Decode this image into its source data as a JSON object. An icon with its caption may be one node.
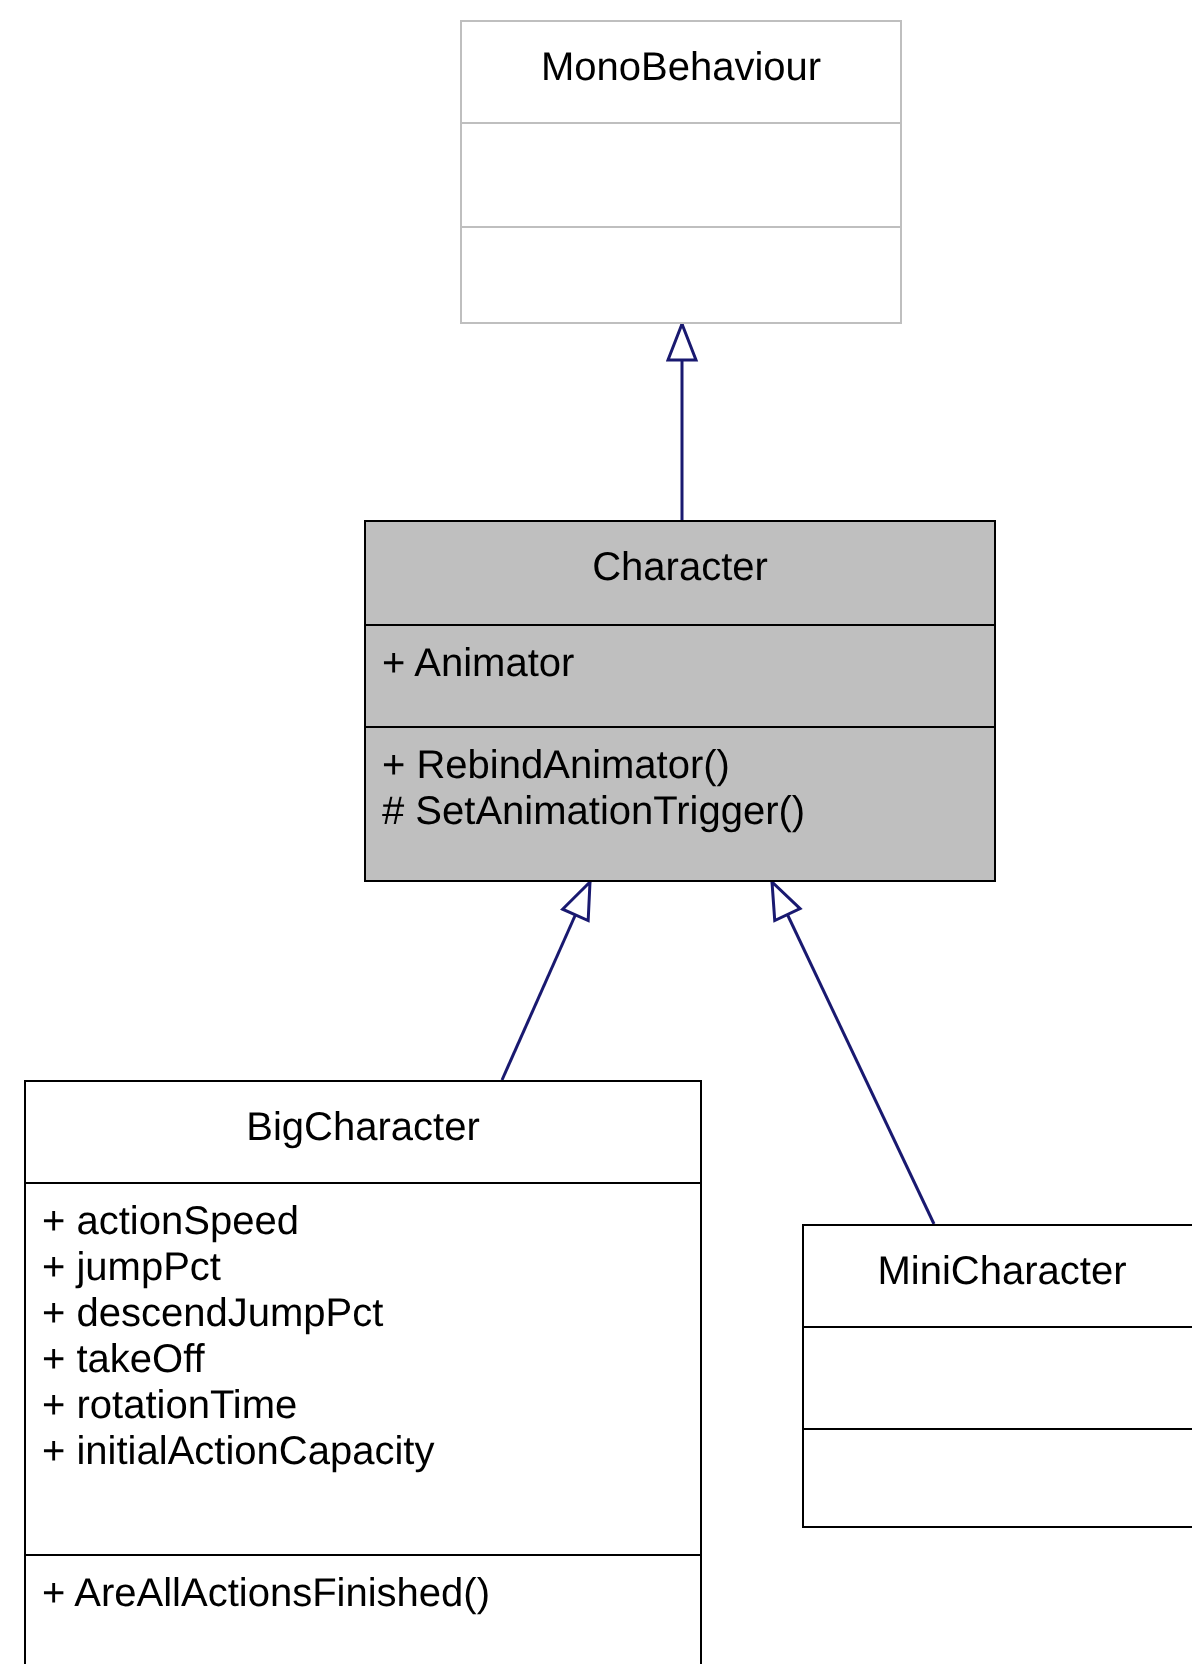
{
  "diagram": {
    "nodes": [
      {
        "text": [
          "MonoBehaviour"
        ]
      },
      {
        "text": [
          "Character",
          "+ Animator",
          "+ RebindAnimator()",
          "# SetAnimationTrigger()"
        ]
      },
      {
        "text": [
          "BigCharacter",
          "+ actionSpeed",
          "+ jumpPct",
          "+ descendJumpPct",
          "+ takeOff",
          "+ rotationTime",
          "+ initialActionCapacity",
          "+ AreAllActionsFinished()"
        ]
      },
      {
        "text": [
          "MiniCharacter"
        ]
      }
    ],
    "edges": [
      {
        "from": 1,
        "to": 0,
        "arrow": "to"
      },
      {
        "from": 2,
        "to": 1,
        "arrow": "to"
      },
      {
        "from": 3,
        "to": 1,
        "arrow": "to"
      }
    ]
  }
}
